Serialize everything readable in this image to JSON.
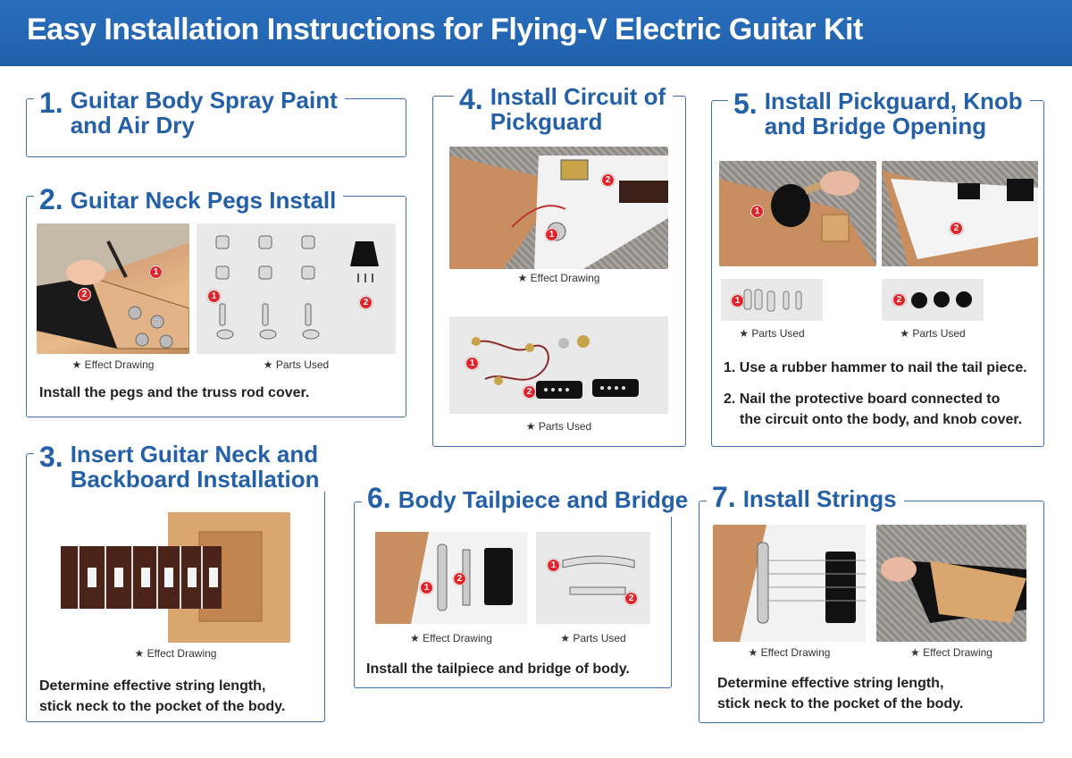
{
  "title": "Easy Installation Instructions for Flying-V Electric Guitar Kit",
  "sections": {
    "s1": {
      "num": "1.",
      "title_line1": "Guitar Body Spray Paint",
      "title_line2": "and Air Dry"
    },
    "s2": {
      "num": "2.",
      "title": "Guitar Neck Pegs Install",
      "cap1": "★ Effect Drawing",
      "cap2": "★ Parts Used",
      "desc": "Install the pegs and the truss rod cover.",
      "badge1": "1",
      "badge2": "2"
    },
    "s3": {
      "num": "3.",
      "title_line1": "Insert Guitar Neck and",
      "title_line2": "Backboard Installation",
      "cap1": "★ Effect Drawing",
      "desc_line1": "Determine effective string length,",
      "desc_line2": "stick neck to the pocket of the body."
    },
    "s4": {
      "num": "4.",
      "title_line1": "Install Circuit of",
      "title_line2": "Pickguard",
      "cap1": "★ Effect Drawing",
      "cap2": "★ Parts Used",
      "badge1": "1",
      "badge2": "2"
    },
    "s5": {
      "num": "5.",
      "title_line1": "Install Pickguard, Knob",
      "title_line2": "and Bridge Opening",
      "cap1": "★ Parts Used",
      "cap2": "★ Parts Used",
      "desc1": "1. Use a rubber hammer to nail the tail piece.",
      "desc2_line1": "2. Nail the protective board connected to",
      "desc2_line2": "the circuit onto the body, and knob cover.",
      "badge1": "1",
      "badge2": "2"
    },
    "s6": {
      "num": "6.",
      "title": "Body Tailpiece and Bridge",
      "cap1": "★ Effect Drawing",
      "cap2": "★ Parts Used",
      "desc": "Install the tailpiece and bridge of body.",
      "badge1": "1",
      "badge2": "2"
    },
    "s7": {
      "num": "7.",
      "title": "Install Strings",
      "cap1": "★ Effect Drawing",
      "cap2": "★ Effect Drawing",
      "desc_line1": "Determine effective string length,",
      "desc_line2": "stick neck to the pocket of the body."
    }
  },
  "colors": {
    "banner": "#1f5fa8",
    "accent": "#2460a7",
    "badge": "#e0242a"
  }
}
